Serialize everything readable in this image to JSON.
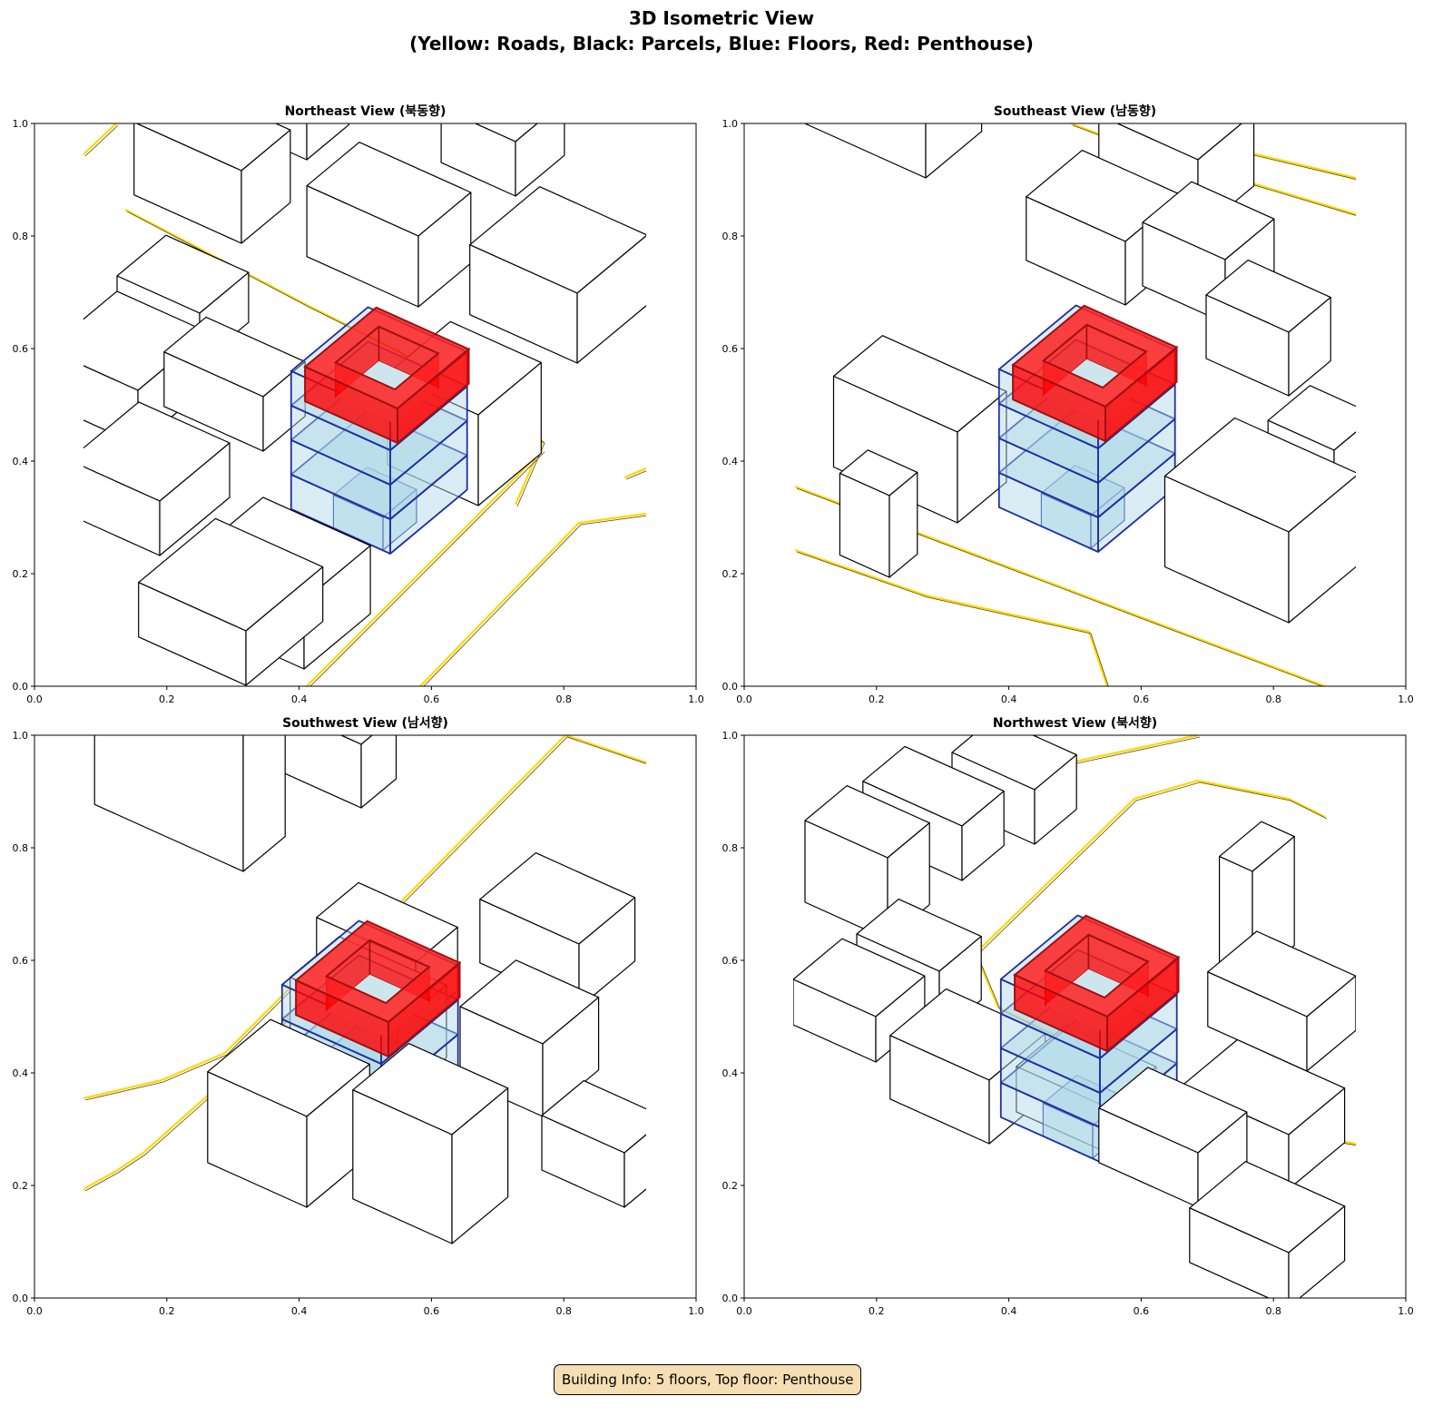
{
  "figure_title_line1": "3D Isometric View",
  "figure_title_line2": "(Yellow: Roads, Black: Parcels, Blue: Floors, Red: Penthouse)",
  "info_box": "Building Info: 5 floors, Top floor: Penthouse",
  "colors": {
    "road": "#ffd700",
    "parcel": "#000000",
    "floor": "#add8e6",
    "floor_edge": "#1f2fa0",
    "penthouse": "#ff0000"
  },
  "chart_data": [
    {
      "type": "3d-isometric",
      "title": "Northeast View (북동향)",
      "xlim": [
        0,
        1
      ],
      "ylim": [
        0,
        1
      ],
      "xticks": [
        "0.0",
        "0.2",
        "0.4",
        "0.6",
        "0.8",
        "1.0"
      ],
      "yticks": [
        "0.0",
        "0.2",
        "0.4",
        "0.6",
        "0.8",
        "1.0"
      ],
      "floors": 5,
      "top_floor": "Penthouse"
    },
    {
      "type": "3d-isometric",
      "title": "Southeast View (남동향)",
      "xlim": [
        0,
        1
      ],
      "ylim": [
        0,
        1
      ],
      "xticks": [
        "0.0",
        "0.2",
        "0.4",
        "0.6",
        "0.8",
        "1.0"
      ],
      "yticks": [
        "0.0",
        "0.2",
        "0.4",
        "0.6",
        "0.8",
        "1.0"
      ],
      "floors": 5,
      "top_floor": "Penthouse"
    },
    {
      "type": "3d-isometric",
      "title": "Southwest View (남서향)",
      "xlim": [
        0,
        1
      ],
      "ylim": [
        0,
        1
      ],
      "xticks": [
        "0.0",
        "0.2",
        "0.4",
        "0.6",
        "0.8",
        "1.0"
      ],
      "yticks": [
        "0.0",
        "0.2",
        "0.4",
        "0.6",
        "0.8",
        "1.0"
      ],
      "floors": 5,
      "top_floor": "Penthouse"
    },
    {
      "type": "3d-isometric",
      "title": "Northwest View (북서향)",
      "xlim": [
        0,
        1
      ],
      "ylim": [
        0,
        1
      ],
      "xticks": [
        "0.0",
        "0.2",
        "0.4",
        "0.6",
        "0.8",
        "1.0"
      ],
      "yticks": [
        "0.0",
        "0.2",
        "0.4",
        "0.6",
        "0.8",
        "1.0"
      ],
      "floors": 5,
      "top_floor": "Penthouse"
    }
  ]
}
